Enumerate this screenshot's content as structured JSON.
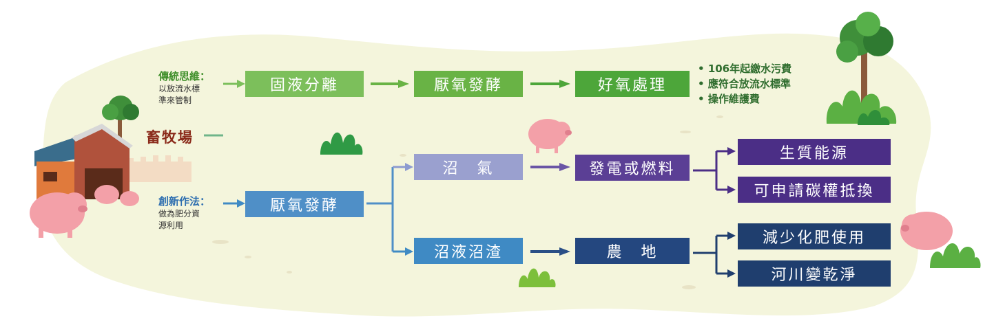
{
  "farm": {
    "label": "畜牧場"
  },
  "traditional": {
    "title": "傳統思維：",
    "sub1": "以放流水標",
    "sub2": "準來管制"
  },
  "innovative": {
    "title": "創新作法：",
    "sub1": "做為肥分資",
    "sub2": "源利用"
  },
  "traditional_flow": {
    "step1": "固液分離",
    "step2": "厭氧發酵",
    "step3": "好氧處理"
  },
  "traditional_notes": [
    "106年起繳水污費",
    "應符合放流水標準",
    "操作維護費"
  ],
  "innovative_flow": {
    "step1": "厭氧發酵"
  },
  "biogas_branch": {
    "label": "沼　氣",
    "use": "發電或燃料",
    "out1": "生質能源",
    "out2": "可申請碳權抵換"
  },
  "digestate_branch": {
    "label": "沼液沼渣",
    "use": "農　地",
    "out1": "減少化肥使用",
    "out2": "河川變乾淨"
  },
  "colors": {
    "background": "#f4f5dc",
    "green": "#69b345",
    "blue": "#3f8ac4",
    "navy": "#1f3e6e",
    "purple": "#5b3f95",
    "lavender": "#9aa0cf"
  }
}
